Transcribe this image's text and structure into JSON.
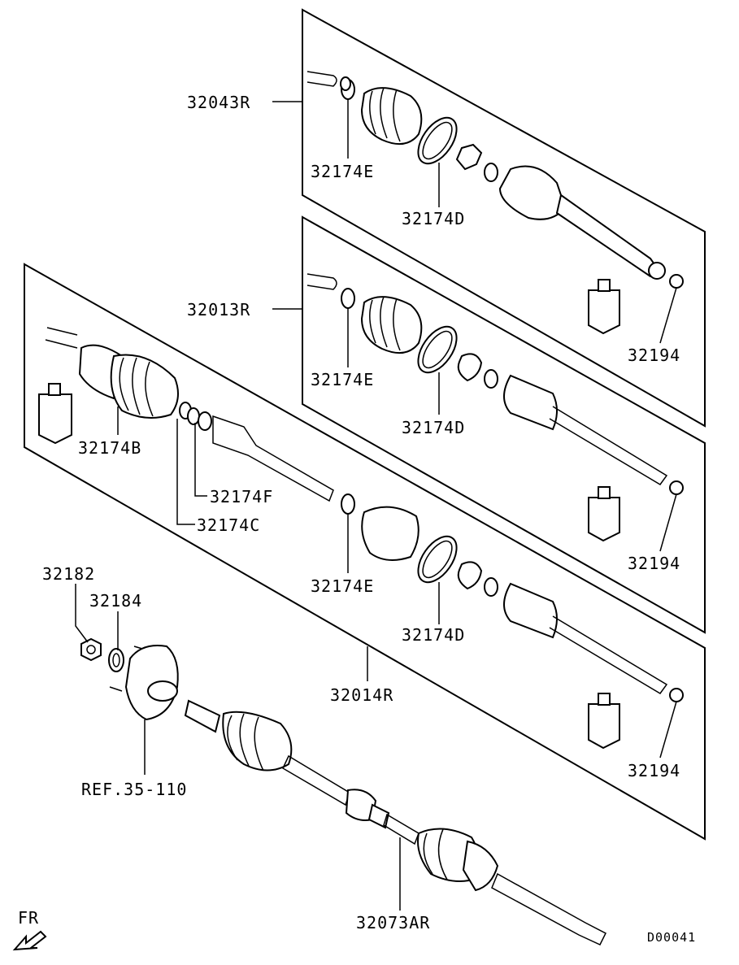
{
  "diagram": {
    "labels": {
      "p32043R": "32043R",
      "p32013R": "32013R",
      "p32014R": "32014R",
      "p32073AR": "32073AR",
      "p32174E_1": "32174E",
      "p32174E_2": "32174E",
      "p32174E_3": "32174E",
      "p32174D_1": "32174D",
      "p32174D_2": "32174D",
      "p32174D_3": "32174D",
      "p32174B": "32174B",
      "p32174F": "32174F",
      "p32174C": "32174C",
      "p32194_1": "32194",
      "p32194_2": "32194",
      "p32194_3": "32194",
      "p32182": "32182",
      "p32184": "32184",
      "ref": "REF.35-110",
      "fr": "FR",
      "code": "D00041"
    }
  }
}
